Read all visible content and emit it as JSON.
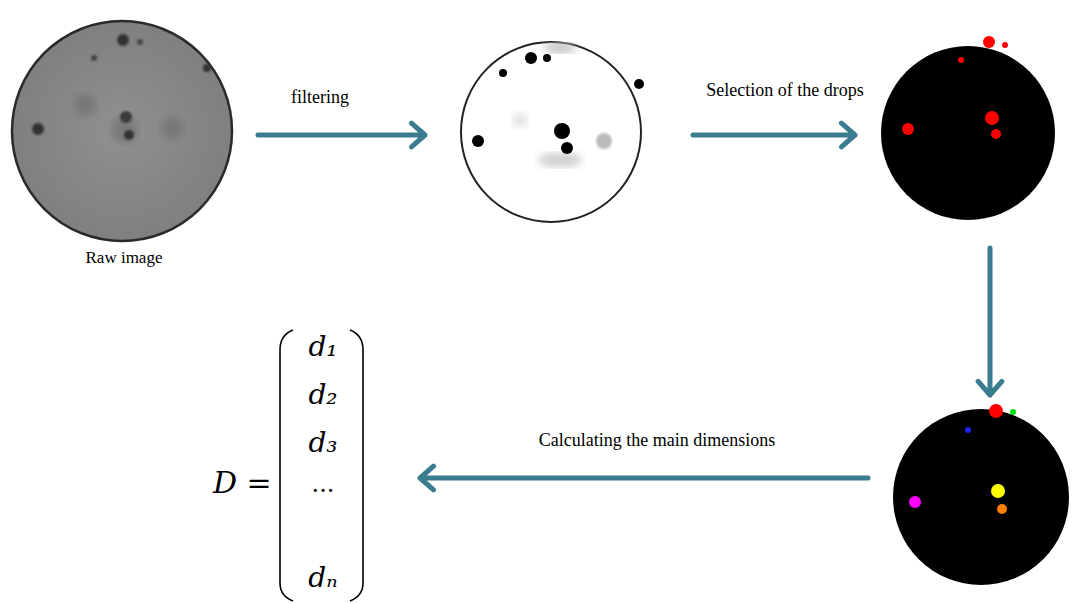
{
  "diagram": {
    "nodes": [
      {
        "text": [
          "Raw image"
        ]
      },
      {
        "text": []
      },
      {
        "text": []
      },
      {
        "text": []
      },
      {
        "text": [
          "D =",
          "d₁",
          "d₂",
          "d₃",
          "...",
          "dₙ"
        ]
      }
    ],
    "edges": [
      {
        "from": 0,
        "to": 1,
        "arrow": "to",
        "label": "filtering"
      },
      {
        "from": 1,
        "to": 2,
        "arrow": "to",
        "label": "Selection of the drops"
      },
      {
        "from": 2,
        "to": 3,
        "arrow": "to"
      },
      {
        "from": 3,
        "to": 4,
        "arrow": "to",
        "label": "Calculating the main dimensions"
      }
    ]
  }
}
